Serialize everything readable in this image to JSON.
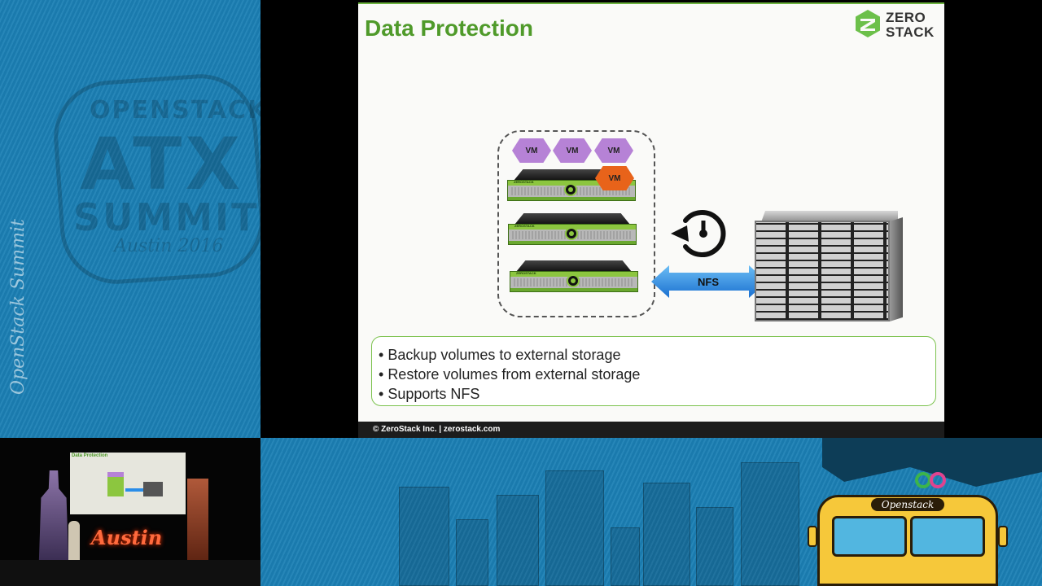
{
  "left_panel": {
    "badge_line1": "OPENSTACK",
    "badge_line2": "ATX",
    "badge_line3": "SUMMIT",
    "badge_line4": "Austin 2016",
    "vertical_brand": "OpenStack Summit"
  },
  "slide": {
    "title": "Data Protection",
    "logo_line1": "ZERO",
    "logo_line2": "STACK",
    "vm_labels": [
      "VM",
      "VM",
      "VM",
      "VM"
    ],
    "server_brand": "ZEROSTACK",
    "nfs_label": "NFS",
    "bullets": [
      "Backup volumes to external storage",
      "Restore volumes from external storage",
      "Supports NFS"
    ],
    "footer": "© ZeroStack Inc.  |  zerostack.com"
  },
  "stage": {
    "mini_slide_title": "Data Protection",
    "sign_text": "Austin"
  },
  "bus": {
    "sign_text": "Openstack"
  },
  "colors": {
    "brand_blue": "#1b7fb4",
    "slide_green": "#4f9a2a",
    "vm_purple": "#b682d6",
    "vm_orange": "#e8631a",
    "arrow_blue": "#2a8de8",
    "bus_yellow": "#f6c83a"
  }
}
